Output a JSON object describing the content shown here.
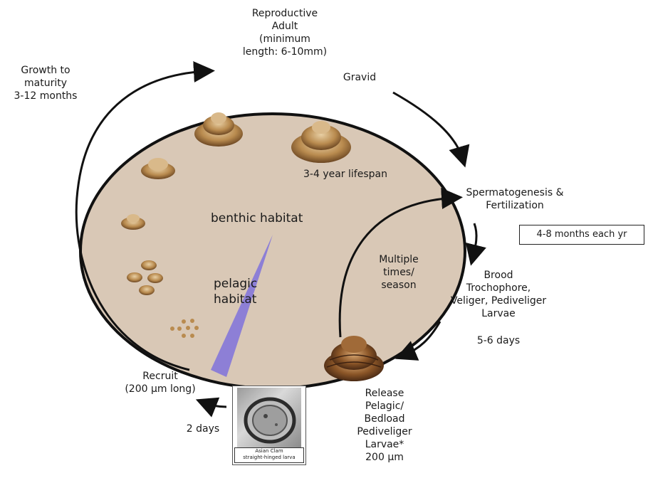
{
  "labels": {
    "adult": [
      "Reproductive",
      "Adult",
      "(minimum",
      "length: 6-10mm)"
    ],
    "gravid": "Gravid",
    "growth": [
      "Growth to",
      "maturity",
      "3-12 months"
    ],
    "lifespan": "3-4 year lifespan",
    "benthic": "benthic habitat",
    "pelagic": [
      "pelagic",
      "habitat"
    ],
    "spermatogenesis": [
      "Spermatogenesis &",
      "Fertilization"
    ],
    "months_box": "4-8 months  each yr",
    "multiple": [
      "Multiple",
      "times/",
      "season"
    ],
    "brood": [
      "Brood",
      "Trochophore,",
      "Veliger, Pediveliger",
      "Larvae"
    ],
    "brood_days": "5-6 days",
    "release": [
      "Release",
      "Pelagic/",
      "Bedload",
      "Pediveliger",
      "Larvae*",
      "200 μm"
    ],
    "recruit": [
      "Recruit",
      "(200 μm long)"
    ],
    "two_days": "2 days",
    "photo_caption": [
      "Asian Clam",
      "straight-hinged larva"
    ]
  },
  "colors": {
    "habitat_fill": "#d9c8b6",
    "pelagic_wedge": "#8d7fd6",
    "clam_shell": "#c49a5e",
    "outline": "#111111"
  }
}
